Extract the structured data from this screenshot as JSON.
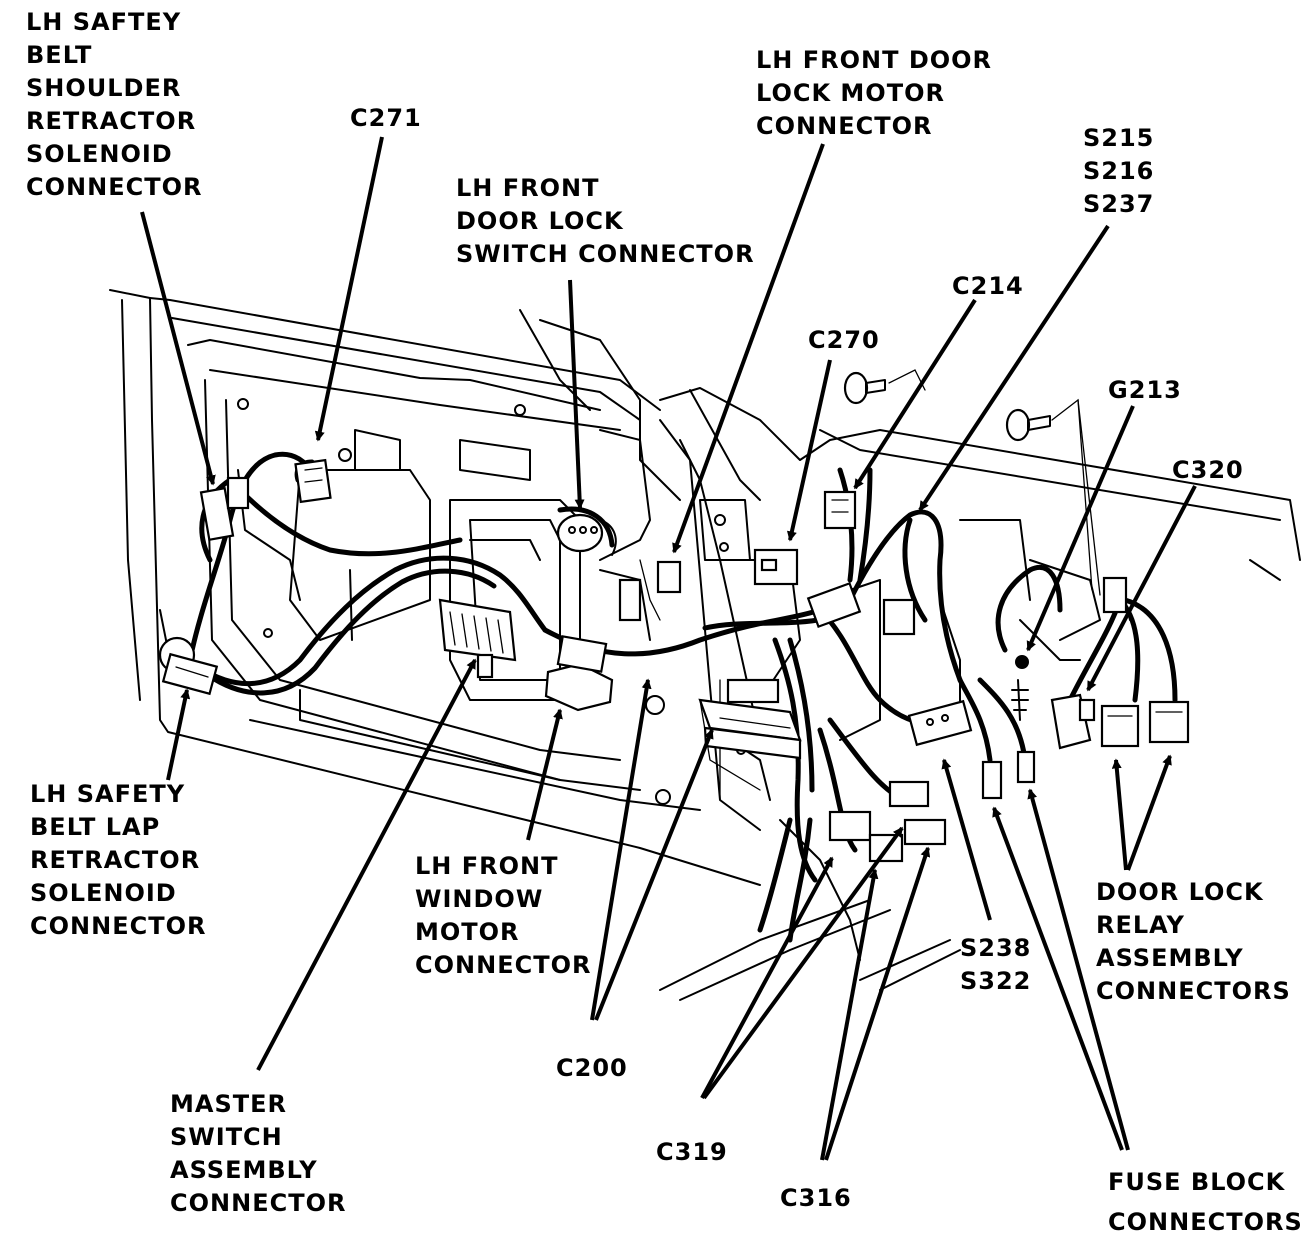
{
  "labels": {
    "lh_shoulder": [
      "LH SAFTEY",
      "BELT",
      "SHOULDER",
      "RETRACTOR",
      "SOLENOID",
      "CONNECTOR"
    ],
    "c271": [
      "C271"
    ],
    "lh_lock_switch": [
      "LH FRONT",
      "DOOR LOCK",
      "SWITCH CONNECTOR"
    ],
    "lh_lock_motor": [
      "LH FRONT DOOR",
      "LOCK MOTOR",
      "CONNECTOR"
    ],
    "s215": [
      "S215",
      "S216",
      "S237"
    ],
    "c214": [
      "C214"
    ],
    "c270": [
      "C270"
    ],
    "g213": [
      "G213"
    ],
    "c320": [
      "C320"
    ],
    "lh_lap": [
      "LH SAFETY",
      "BELT LAP",
      "RETRACTOR",
      "SOLENOID",
      "CONNECTOR"
    ],
    "lh_window": [
      "LH FRONT",
      "WINDOW",
      "MOTOR",
      "CONNECTOR"
    ],
    "door_relay": [
      "DOOR LOCK",
      "RELAY",
      "ASSEMBLY",
      "CONNECTORS"
    ],
    "s238": [
      "S238",
      "S322"
    ],
    "c200": [
      "C200"
    ],
    "master_switch": [
      "MASTER",
      "SWITCH",
      "ASSEMBLY",
      "CONNECTOR"
    ],
    "c319": [
      "C319"
    ],
    "c316": [
      "C316"
    ],
    "fuse_block": [
      "FUSE BLOCK",
      "CONNECTORS"
    ]
  }
}
